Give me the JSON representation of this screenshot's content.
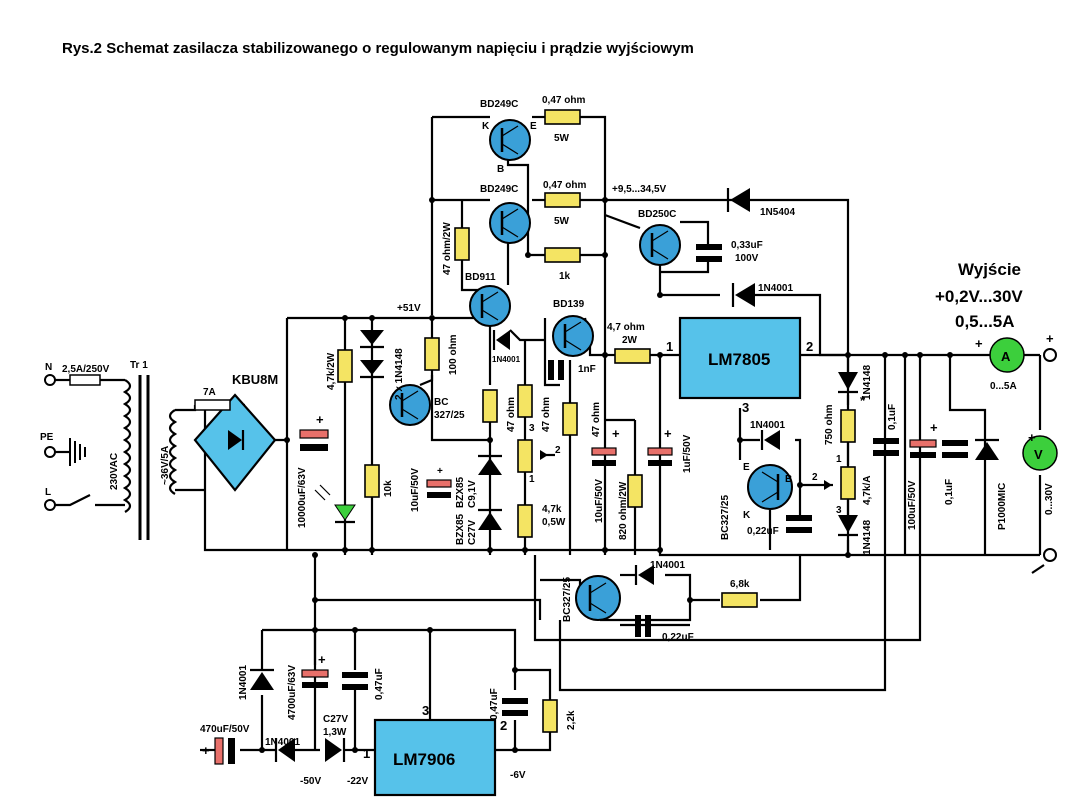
{
  "title": "Rys.2  Schemat zasilacza stabilizowanego o regulowanym napięciu i prądzie wyjściowym",
  "output": {
    "heading": "Wyjście",
    "voltage_range": "+0,2V...30V",
    "current_range": "0,5...5A",
    "ammeter_symbol": "A",
    "ammeter_range": "0...5A",
    "voltmeter_symbol": "V",
    "voltmeter_range": "0...30V",
    "plus_a": "+",
    "plus_b": "+"
  },
  "mains": {
    "fuse": "2,5A/250V",
    "n": "N",
    "pe": "PE",
    "l": "L",
    "voltage": "230VAC",
    "transformer": "Tr 1",
    "secondary": "~36V/5A",
    "fuse2": "7A",
    "bridge": "KBU8M"
  },
  "rails": {
    "plus51": "+51V",
    "main_rail": "+9,5...34,5V",
    "minus50": "-50V",
    "minus22": "-22V",
    "minus6": "-6V"
  },
  "components": {
    "q1": "BD249C",
    "q2": "BD249C",
    "q3": "BD250C",
    "q4": "BD911",
    "q5": "BD139",
    "q6_l1": "BC",
    "q6_l2": "327/25",
    "q7": "BC327/25",
    "q8": "BC327/25",
    "pin_k": "K",
    "pin_e": "E",
    "pin_b": "B",
    "r1_val": "0,47 ohm",
    "r1_pw": "5W",
    "r2_val": "0,47 ohm",
    "r2_pw": "5W",
    "r_1k": "1k",
    "r_47_2w": "47 ohm/2W",
    "r_47k_2w": "4,7k/2W",
    "r_100": "100 ohm",
    "r_10k": "10k",
    "r_47a": "47 ohm",
    "r_47b": "47 ohm",
    "r_47c": "47 ohm",
    "r_47ohm_2w_top": "4,7 ohm",
    "r_47ohm_2w_pw": "2W",
    "r_47k_05w": "4,7k",
    "r_47k_05w_pw": "0,5W",
    "r_820": "820 ohm/2W",
    "r_750": "750 ohm",
    "r_star": "*",
    "pot_47k": "4,7k/A",
    "r_68k": "6,8k",
    "r_22k": "2,2k",
    "d_1n5404": "1N5404",
    "d_1n4001_a": "1N4001",
    "d_1n4001_b": "1N4001",
    "d_1n4001_c": "1N4001",
    "d_1n4001_d": "1N4001",
    "d_1n4001_e": "1N4001",
    "d_1n4001_f": "1N4001",
    "d_2x1n4148": "2 x 1N4148",
    "d_1n4148_a": "1N4148",
    "d_1n4148_b": "1N4148",
    "zener1_a": "BZX85",
    "zener1_b": "C9,1V",
    "zener2_a": "BZX85",
    "zener2_b": "C27V",
    "zener3_a": "C27V",
    "zener3_b": "1,3W",
    "tvs": "P1000MIC",
    "c_10000": "10000uF/63V",
    "c_10u_a": "10uF/50V",
    "c_10u_b": "10uF/50V",
    "c_1u": "1uF/50V",
    "c_1n": "1nF",
    "c_033": "0,33uF",
    "c_033_v": "100V",
    "c_022_a": "0,22uF",
    "c_022_b": "0,22uF",
    "c_01_a": "0,1uF",
    "c_01_b": "0,1uF",
    "c_100u": "100uF/50V",
    "c_470": "470uF/50V",
    "c_4700": "4700uF/63V",
    "c_047_a": "0,47uF",
    "c_047_b": "0,47uF",
    "ic1": "LM7805",
    "ic2": "LM7906",
    "pin1": "1",
    "pin2": "2",
    "pin3": "3",
    "plus": "+"
  }
}
